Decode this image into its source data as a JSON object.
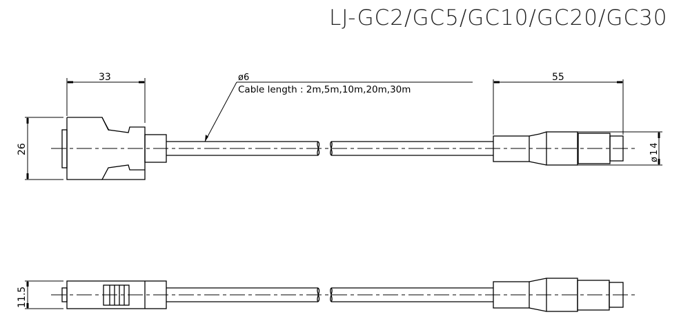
{
  "title": "LJ-GC2/GC5/GC10/GC20/GC30",
  "annotations": {
    "cable_diameter": "ø6",
    "cable_length": "Cable length :  2m,5m,10m,20m,30m"
  },
  "dimensions": {
    "left_connector_length": "33",
    "left_connector_height": "26",
    "right_connector_length": "55",
    "right_connector_diameter": "ø14",
    "side_view_thickness": "11.5"
  },
  "colors": {
    "line": "#000000",
    "background": "#ffffff"
  }
}
